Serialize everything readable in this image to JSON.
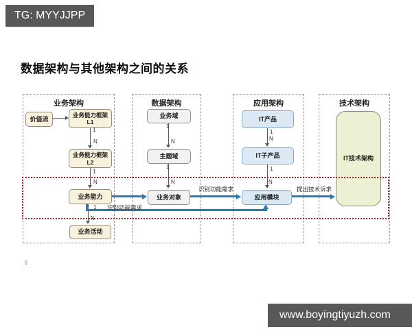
{
  "watermarks": {
    "telegram_badge": "TG: MYYJJPP",
    "website": "www.boyingtiyuzh.com"
  },
  "slide": {
    "title": "数据架构与其他架构之间的关系",
    "page_number": "6"
  },
  "columns": {
    "business": "业务架构",
    "data": "数据架构",
    "application": "应用架构",
    "technology": "技术架构"
  },
  "nodes": {
    "value_stream": "价值流",
    "capability_framework_l1_line1": "业务能力框架",
    "capability_framework_l1_line2": "L1",
    "capability_framework_l2_line1": "业务能力框架",
    "capability_framework_l2_line2": "L2",
    "business_capability": "业务能力",
    "business_activity": "业务活动",
    "business_domain": "业务域",
    "subject_domain": "主题域",
    "business_object": "业务对象",
    "it_product": "IT产品",
    "it_sub_product": "IT子产品",
    "application_module": "应用模块",
    "it_technology_architecture": "IT技术架构"
  },
  "edge_labels": {
    "one": "1",
    "many": "N",
    "identify_functional_requirement": "识别功能需求",
    "propose_technical_demand": "提出技术诉求"
  },
  "colors": {
    "business_node_fill": "#f9f1dc",
    "data_node_fill": "#f2f2f1",
    "application_node_fill": "#dbe9f5",
    "technology_node_fill": "#eef0d3",
    "flow_line": "#2a7ab5",
    "relation_line": "#5a5a55",
    "highlight_box": "#a12420",
    "column_border": "#9a9a9a",
    "watermark_background": "#57585a"
  }
}
